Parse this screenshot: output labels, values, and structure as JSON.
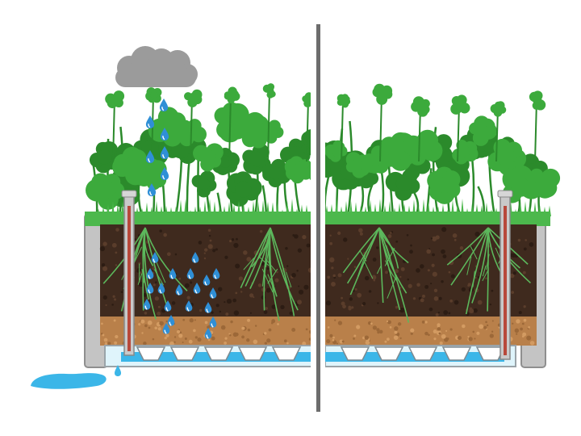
{
  "diagram": {
    "title": "",
    "panels": [
      {
        "id": "left",
        "components": [
          "rain-cloud",
          "raindrops",
          "plants",
          "soil-layer",
          "substrate-layer",
          "water-reservoir",
          "water-level-indicator",
          "overflow-puddle"
        ],
        "drops_in_soil": 20,
        "drops_falling": 7
      },
      {
        "id": "right",
        "components": [
          "plants",
          "soil-layer",
          "substrate-layer",
          "water-reservoir",
          "water-level-indicator"
        ]
      }
    ],
    "colors": {
      "cloud": "#9b9b9b",
      "raindrop": "#2f8fd6",
      "plant": "#3caa3c",
      "plant_dark": "#2b8a2b",
      "grass": "#4cb84c",
      "soil": "#3f2a1e",
      "substrate": "#b9804a",
      "water": "#3bb6e8",
      "container": "#c4c4c4",
      "container_edge": "#8f8f8f",
      "divider": "#6d6d6d",
      "indicator": "#b8483a"
    }
  }
}
